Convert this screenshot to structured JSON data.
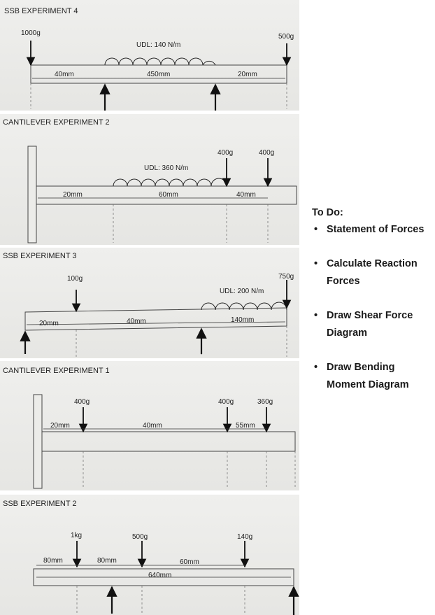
{
  "panels": [
    {
      "title": "SSB EXPERIMENT 4",
      "loads": [
        "1000g",
        "500g"
      ],
      "udl": "UDL: 140 N/m",
      "dims": [
        "40mm",
        "450mm",
        "20mm"
      ]
    },
    {
      "title": "CANTILEVER EXPERIMENT 2",
      "loads": [
        "400g",
        "400g"
      ],
      "udl": "UDL: 360 N/m",
      "dims": [
        "20mm",
        "60mm",
        "40mm"
      ]
    },
    {
      "title": "SSB EXPERIMENT 3",
      "loads": [
        "100g",
        "750g"
      ],
      "udl": "UDL: 200 N/m",
      "dims": [
        "20mm",
        "40mm",
        "140mm"
      ]
    },
    {
      "title": "CANTILEVER EXPERIMENT 1",
      "loads": [
        "400g",
        "400g",
        "360g"
      ],
      "dims": [
        "20mm",
        "40mm",
        "55mm"
      ]
    },
    {
      "title": "SSB EXPERIMENT 2",
      "loads": [
        "1kg",
        "500g",
        "140g"
      ],
      "dims": [
        "80mm",
        "80mm",
        "60mm",
        "640mm"
      ]
    }
  ],
  "todo": {
    "title": "To Do:",
    "bullet": "•",
    "items": [
      "Statement of Forces",
      "Calculate Reaction Forces",
      "Draw Shear Force Diagram",
      "Draw Bending Moment Diagram"
    ]
  }
}
